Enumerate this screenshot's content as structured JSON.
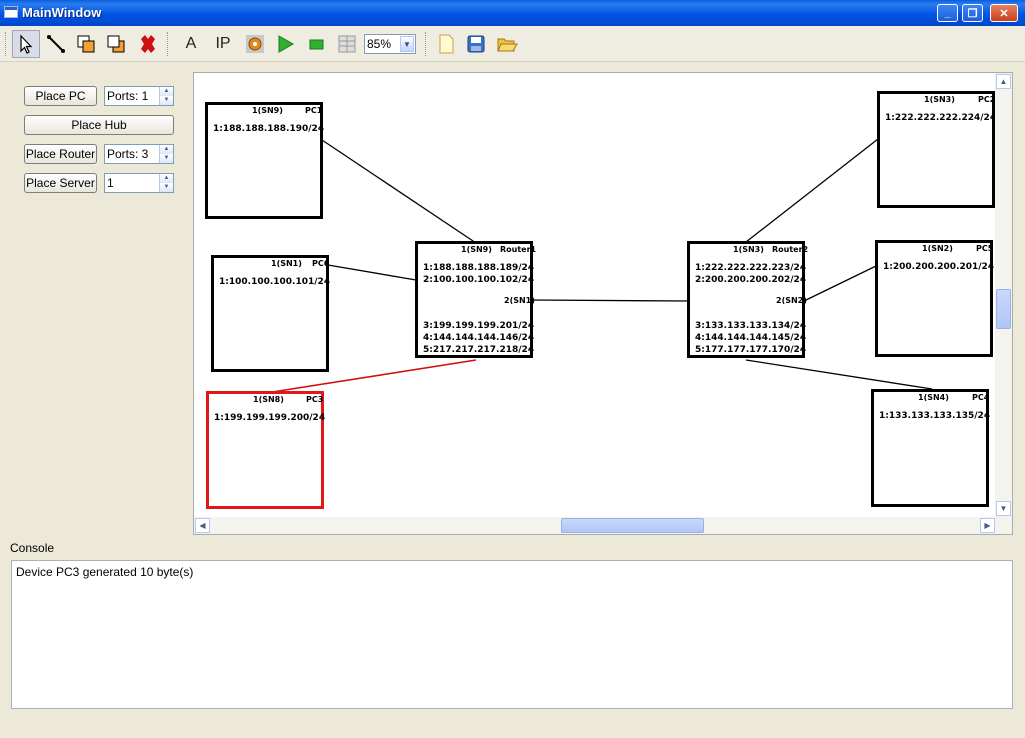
{
  "window": {
    "title": "MainWindow"
  },
  "toolbar": {
    "text_tool": "A",
    "ip_tool": "IP",
    "zoom": "85%"
  },
  "left_panel": {
    "place_pc": "Place PC",
    "pc_ports": "Ports: 1",
    "place_hub": "Place Hub",
    "place_router": "Place Router",
    "router_ports": "Ports: 3",
    "place_server": "Place Server",
    "server_count": "1"
  },
  "devices": {
    "pc1": {
      "name": "PC1",
      "port": "1(SN9)",
      "ip1": "1:188.188.188.190/24"
    },
    "pc6": {
      "name": "PC6",
      "port": "1(SN1)",
      "ip1": "1:100.100.100.101/24"
    },
    "pc3": {
      "name": "PC3",
      "port": "1(SN8)",
      "ip1": "1:199.199.199.200/24"
    },
    "pc2": {
      "name": "PC2",
      "port": "1(SN3)",
      "ip1": "1:222.222.222.224/24"
    },
    "pc5": {
      "name": "PC5",
      "port": "1(SN2)",
      "ip1": "1:200.200.200.201/24"
    },
    "pc4": {
      "name": "PC4",
      "port": "1(SN4)",
      "ip1": "1:133.133.133.135/24"
    },
    "router1": {
      "name": "Router1",
      "port1": "1(SN9)",
      "port2": "2(SN1)",
      "ip1": "1:188.188.188.189/24",
      "ip2": "2:100.100.100.102/24",
      "ip3": "3:199.199.199.201/24",
      "ip4": "4:144.144.144.146/24",
      "ip5": "5:217.217.217.218/24"
    },
    "router2": {
      "name": "Router2",
      "port1": "1(SN3)",
      "port2": "2(SN2)",
      "ip1": "1:222.222.222.223/24",
      "ip2": "2:200.200.200.202/24",
      "ip3": "3:133.133.133.134/24",
      "ip4": "4:144.144.144.145/24",
      "ip5": "5:177.177.177.170/24"
    }
  },
  "console": {
    "label": "Console",
    "message": "Device PC3 generated 10 byte(s)"
  },
  "colors": {
    "selected": "#E01818",
    "titlebar": "#0055E5"
  }
}
